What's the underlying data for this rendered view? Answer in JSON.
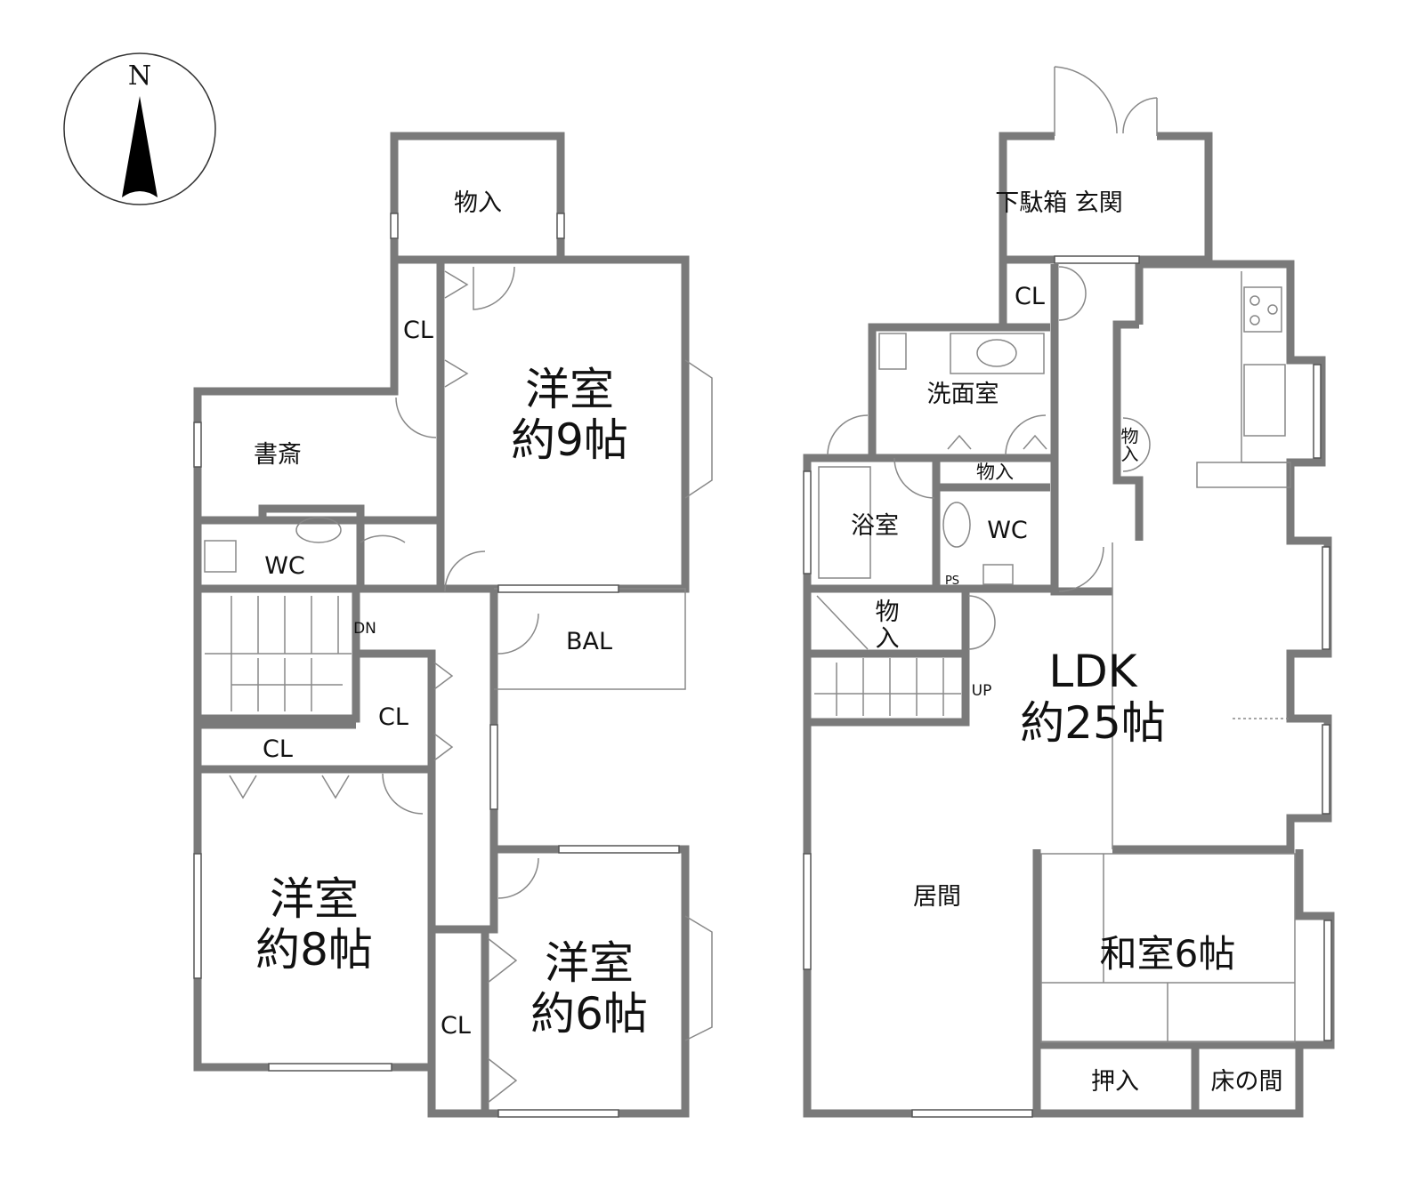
{
  "compass": {
    "north_label": "N"
  },
  "upper_floor": {
    "rooms": {
      "storage_top": "物入",
      "closet_top": "CL",
      "western_9_line1": "洋室",
      "western_9_line2": "約9帖",
      "study": "書斎",
      "wc": "WC",
      "stairs_label": "DN",
      "closet_mid": "CL",
      "closet_hall": "CL",
      "balcony": "BAL",
      "western_8_line1": "洋室",
      "western_8_line2": "約8帖",
      "closet_bottom": "CL",
      "western_6_line1": "洋室",
      "western_6_line2": "約6帖"
    }
  },
  "ground_floor": {
    "rooms": {
      "entrance": "下駄箱 玄関",
      "closet": "CL",
      "washroom": "洗面室",
      "storage_wash": "物入",
      "bath": "浴室",
      "wc": "WC",
      "ps": "PS",
      "storage_hall": "物入",
      "storage_stairs_1": "物",
      "storage_stairs_2": "入",
      "stairs_label": "UP",
      "ldk_line1": "LDK",
      "ldk_line2": "約25帖",
      "living": "居間",
      "japanese_room": "和室6帖",
      "oshiire": "押入",
      "tokonoma": "床の間"
    }
  }
}
